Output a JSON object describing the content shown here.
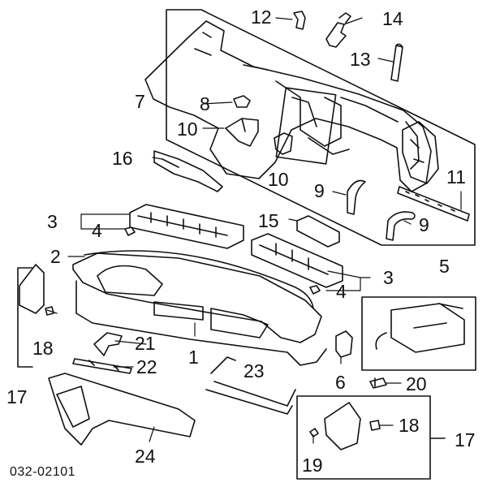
{
  "diagram": {
    "labels": [
      {
        "id": "l-12",
        "text": "12"
      },
      {
        "id": "l-14",
        "text": "14"
      },
      {
        "id": "l-13",
        "text": "13"
      },
      {
        "id": "l-7",
        "text": "7"
      },
      {
        "id": "l-8",
        "text": "8"
      },
      {
        "id": "l-10a",
        "text": "10"
      },
      {
        "id": "l-10b",
        "text": "10"
      },
      {
        "id": "l-16",
        "text": "16"
      },
      {
        "id": "l-9a",
        "text": "9"
      },
      {
        "id": "l-11",
        "text": "11"
      },
      {
        "id": "l-9b",
        "text": "9"
      },
      {
        "id": "l-3a",
        "text": "3"
      },
      {
        "id": "l-4a",
        "text": "4"
      },
      {
        "id": "l-15",
        "text": "15"
      },
      {
        "id": "l-2",
        "text": "2"
      },
      {
        "id": "l-5",
        "text": "5"
      },
      {
        "id": "l-3b",
        "text": "3"
      },
      {
        "id": "l-4b",
        "text": "4"
      },
      {
        "id": "l-21",
        "text": "21"
      },
      {
        "id": "l-18a",
        "text": "18"
      },
      {
        "id": "l-1",
        "text": "1"
      },
      {
        "id": "l-22",
        "text": "22"
      },
      {
        "id": "l-23",
        "text": "23"
      },
      {
        "id": "l-6",
        "text": "6"
      },
      {
        "id": "l-20",
        "text": "20"
      },
      {
        "id": "l-17a",
        "text": "17"
      },
      {
        "id": "l-24",
        "text": "24"
      },
      {
        "id": "l-18b",
        "text": "18"
      },
      {
        "id": "l-17b",
        "text": "17"
      },
      {
        "id": "l-19",
        "text": "19"
      }
    ],
    "drawing_code": "032-02101"
  }
}
